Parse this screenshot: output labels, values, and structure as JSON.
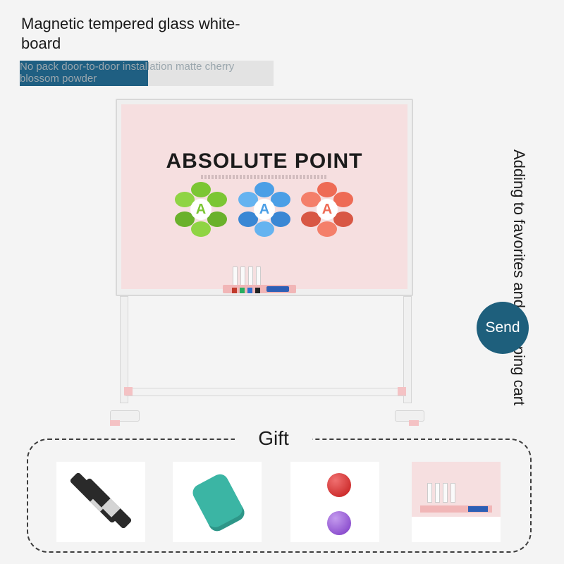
{
  "product": {
    "title": "Magnetic tempered glass white-board",
    "subtitle": "No pack door-to-door installation matte cherry blossom powder"
  },
  "board": {
    "headline": "ABSOLUTE POINT",
    "badges": [
      {
        "letter": "A",
        "color": "#7bc633"
      },
      {
        "letter": "A",
        "color": "#4b9fe6"
      },
      {
        "letter": "A",
        "color": "#ee6b55"
      }
    ]
  },
  "side": {
    "favorites_text": "Adding to favorites and shopping cart",
    "send_label": "Send"
  },
  "gift": {
    "label": "Gift",
    "items": [
      {
        "icon": "marker-pens-icon"
      },
      {
        "icon": "eraser-icon"
      },
      {
        "icon": "magnets-icon"
      },
      {
        "icon": "board-tray-icon"
      }
    ]
  },
  "colors": {
    "accent": "#1e5f7c",
    "board_pink": "#f6dfe0"
  }
}
